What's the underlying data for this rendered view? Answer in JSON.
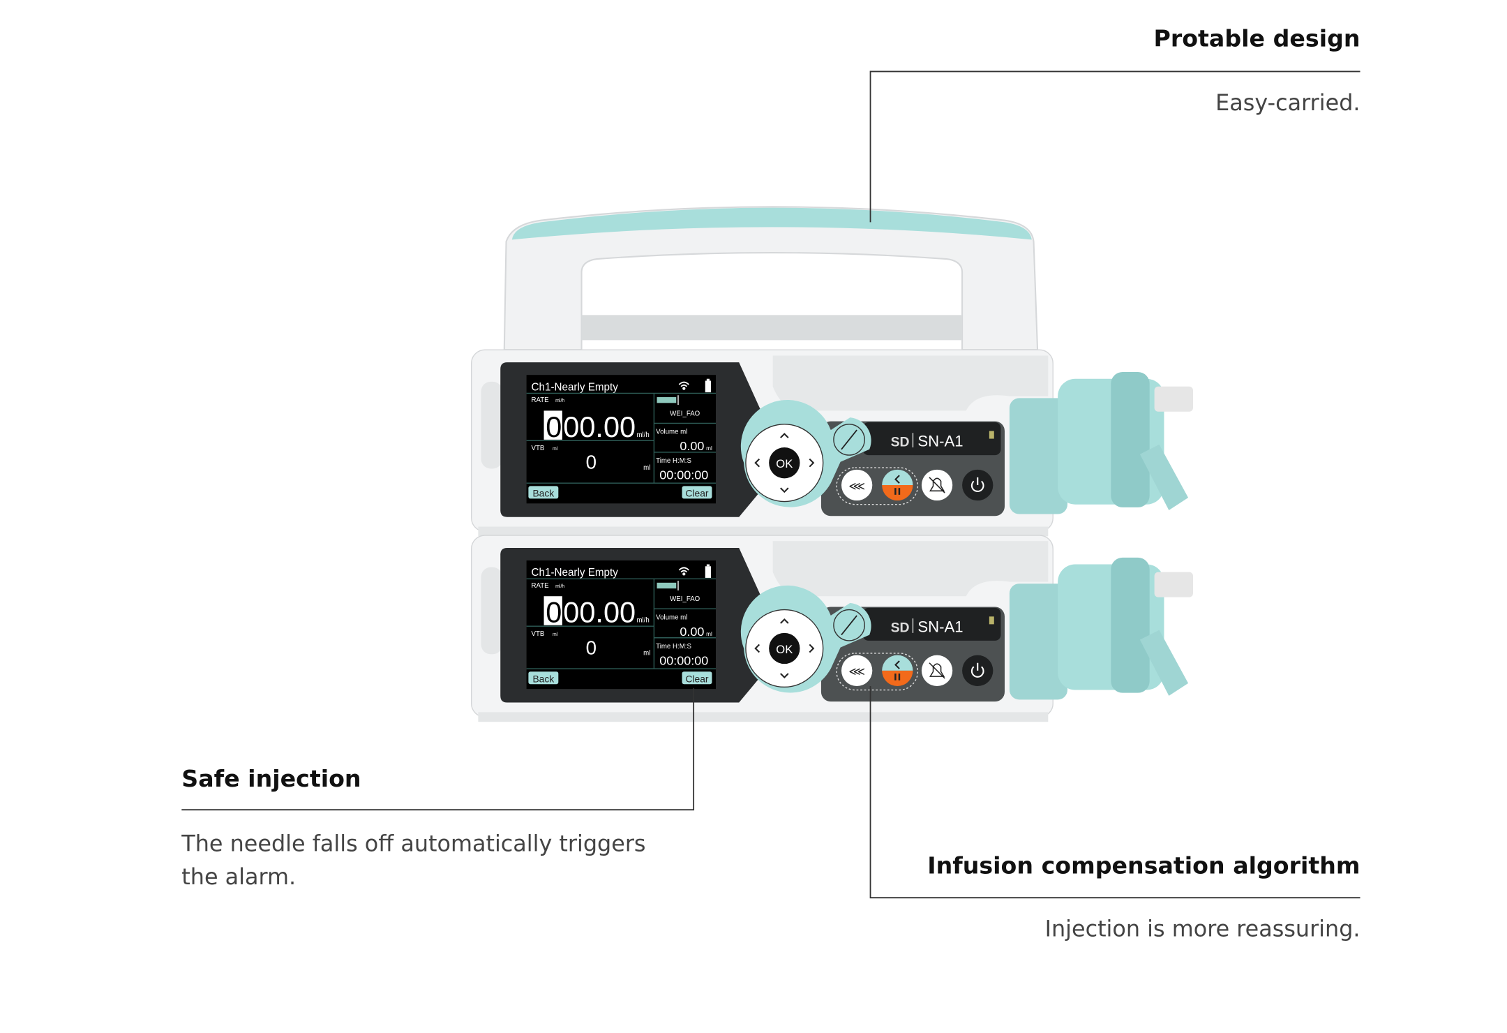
{
  "callouts": {
    "portable": {
      "title": "Protable design",
      "text": "Easy-carried."
    },
    "safe": {
      "title": "Safe injection",
      "text_lines": [
        "The needle falls off automatically triggers",
        "the alarm."
      ]
    },
    "infusion": {
      "title": "Infusion compensation algorithm",
      "text": "Injection is more reassuring."
    }
  },
  "pumps": [
    {
      "status": "Ch1-Nearly Empty",
      "rate_label": "RATE",
      "rate_unit": "ml/h",
      "rate_first_digit": "0",
      "rate_rest": "00.00",
      "rate_unit_side": "ml/h",
      "vtb_label": "VTB",
      "vtb_unit": "ml",
      "vtb_value": "0",
      "vtb_unit_side": "ml",
      "drug": "WEI_FAO",
      "volume_label": "Volume  ml",
      "volume_value": "0.00",
      "volume_unit": "ml",
      "time_label": "Time    H:M:S",
      "time_value": "00:00:00",
      "back": "Back",
      "clear": "Clear",
      "ok": "OK",
      "brand": "SD",
      "model": "SN-A1"
    },
    {
      "status": "Ch1-Nearly Empty",
      "rate_label": "RATE",
      "rate_unit": "ml/h",
      "rate_first_digit": "0",
      "rate_rest": "00.00",
      "rate_unit_side": "ml/h",
      "vtb_label": "VTB",
      "vtb_unit": "ml",
      "vtb_value": "0",
      "vtb_unit_side": "ml",
      "drug": "WEI_FAO",
      "volume_label": "Volume  ml",
      "volume_value": "0.00",
      "volume_unit": "ml",
      "time_label": "Time    H:M:S",
      "time_value": "00:00:00",
      "back": "Back",
      "clear": "Clear",
      "ok": "OK",
      "brand": "SD",
      "model": "SN-A1"
    }
  ],
  "colors": {
    "teal": "#a8dedb",
    "orange": "#f26a1b",
    "panel": "#4d5152"
  }
}
